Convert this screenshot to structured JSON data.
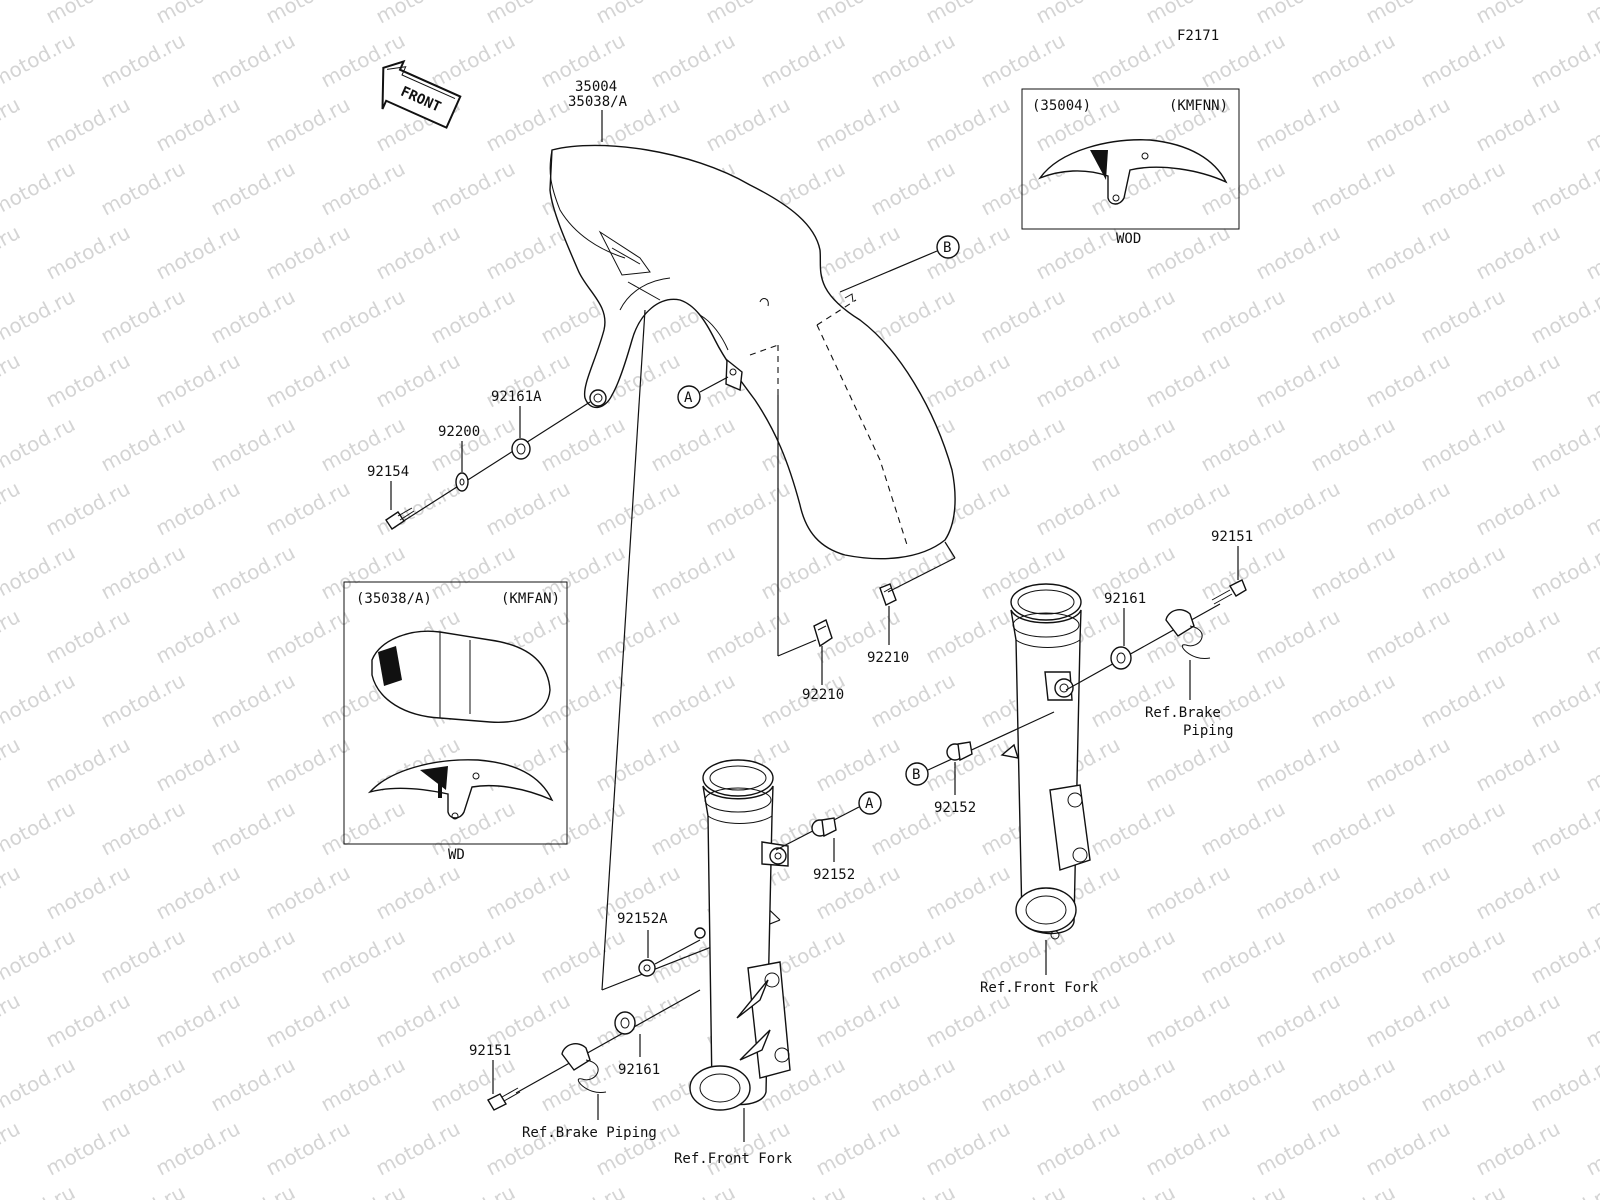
{
  "figure_code": "F2171",
  "front_arrow_text": "FRONT",
  "watermark": "motod.ru",
  "callouts": {
    "fender_main_1": "35004",
    "fender_main_2": "35038/A",
    "bolt_92154": "92154",
    "washer_92200": "92200",
    "grommet_92161a": "92161A",
    "clip_92210_left": "92210",
    "clip_92210_right": "92210",
    "bolt_92151_right": "92151",
    "spacer_92161_right": "92161",
    "bolt_92152_right": "92152",
    "bolt_92152_left": "92152",
    "bolt_92152a": "92152A",
    "spacer_92161_left": "92161",
    "bolt_92151_left": "92151"
  },
  "refs": {
    "brake_piping_right_line1": "Ref.Brake",
    "brake_piping_right_line2": "Piping",
    "front_fork_right": "Ref.Front Fork",
    "brake_piping_left": "Ref.Brake Piping",
    "front_fork_left": "Ref.Front Fork"
  },
  "markers": {
    "a_top": "A",
    "b_top": "B",
    "a_fork": "A",
    "b_fork": "B"
  },
  "inset_kmfnn": {
    "part": "(35004)",
    "variant": "(KMFNN)",
    "caption": "WOD"
  },
  "inset_kmfan": {
    "part": "(35038/A)",
    "variant": "(KMFAN)",
    "caption": "WD"
  }
}
